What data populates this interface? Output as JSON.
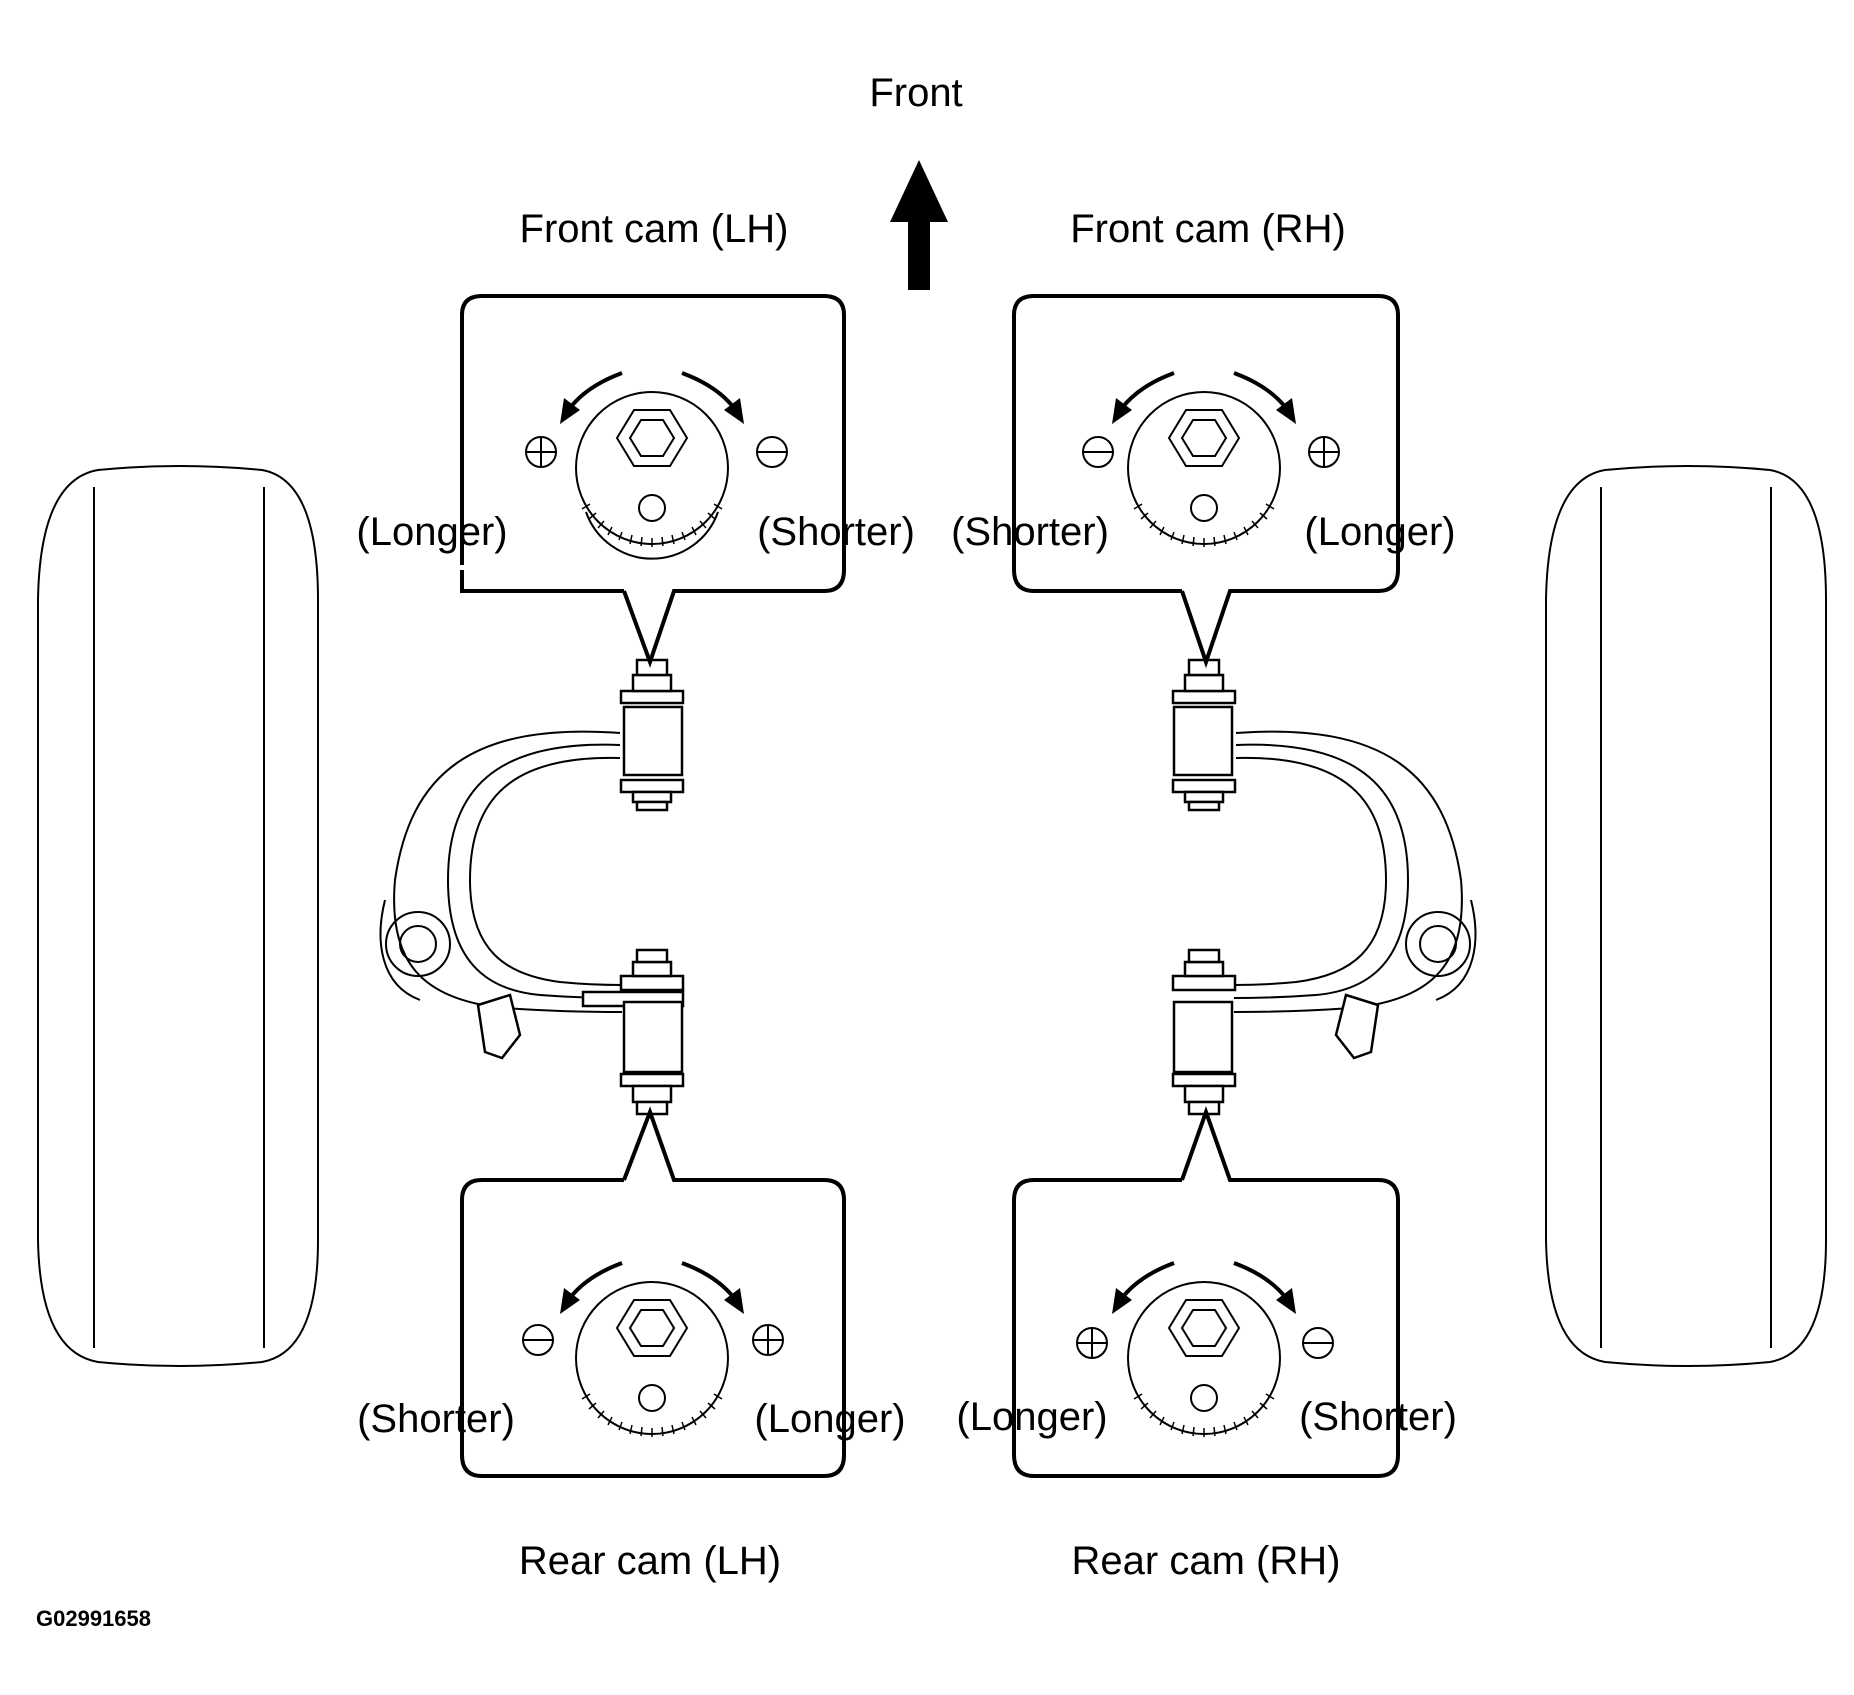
{
  "direction": {
    "label": "Front"
  },
  "callouts": {
    "front_lh": {
      "title": "Front cam (LH)",
      "left_label": "(Longer)",
      "right_label": "(Shorter)",
      "left_sign": "plus",
      "right_sign": "minus"
    },
    "front_rh": {
      "title": "Front cam (RH)",
      "left_label": "(Shorter)",
      "right_label": "(Longer)",
      "left_sign": "minus",
      "right_sign": "plus"
    },
    "rear_lh": {
      "title": "Rear cam (LH)",
      "left_label": "(Shorter)",
      "right_label": "(Longer)",
      "left_sign": "minus",
      "right_sign": "plus"
    },
    "rear_rh": {
      "title": "Rear cam (RH)",
      "left_label": "(Longer)",
      "right_label": "(Shorter)",
      "left_sign": "plus",
      "right_sign": "minus"
    }
  },
  "figure_id": "G02991658"
}
